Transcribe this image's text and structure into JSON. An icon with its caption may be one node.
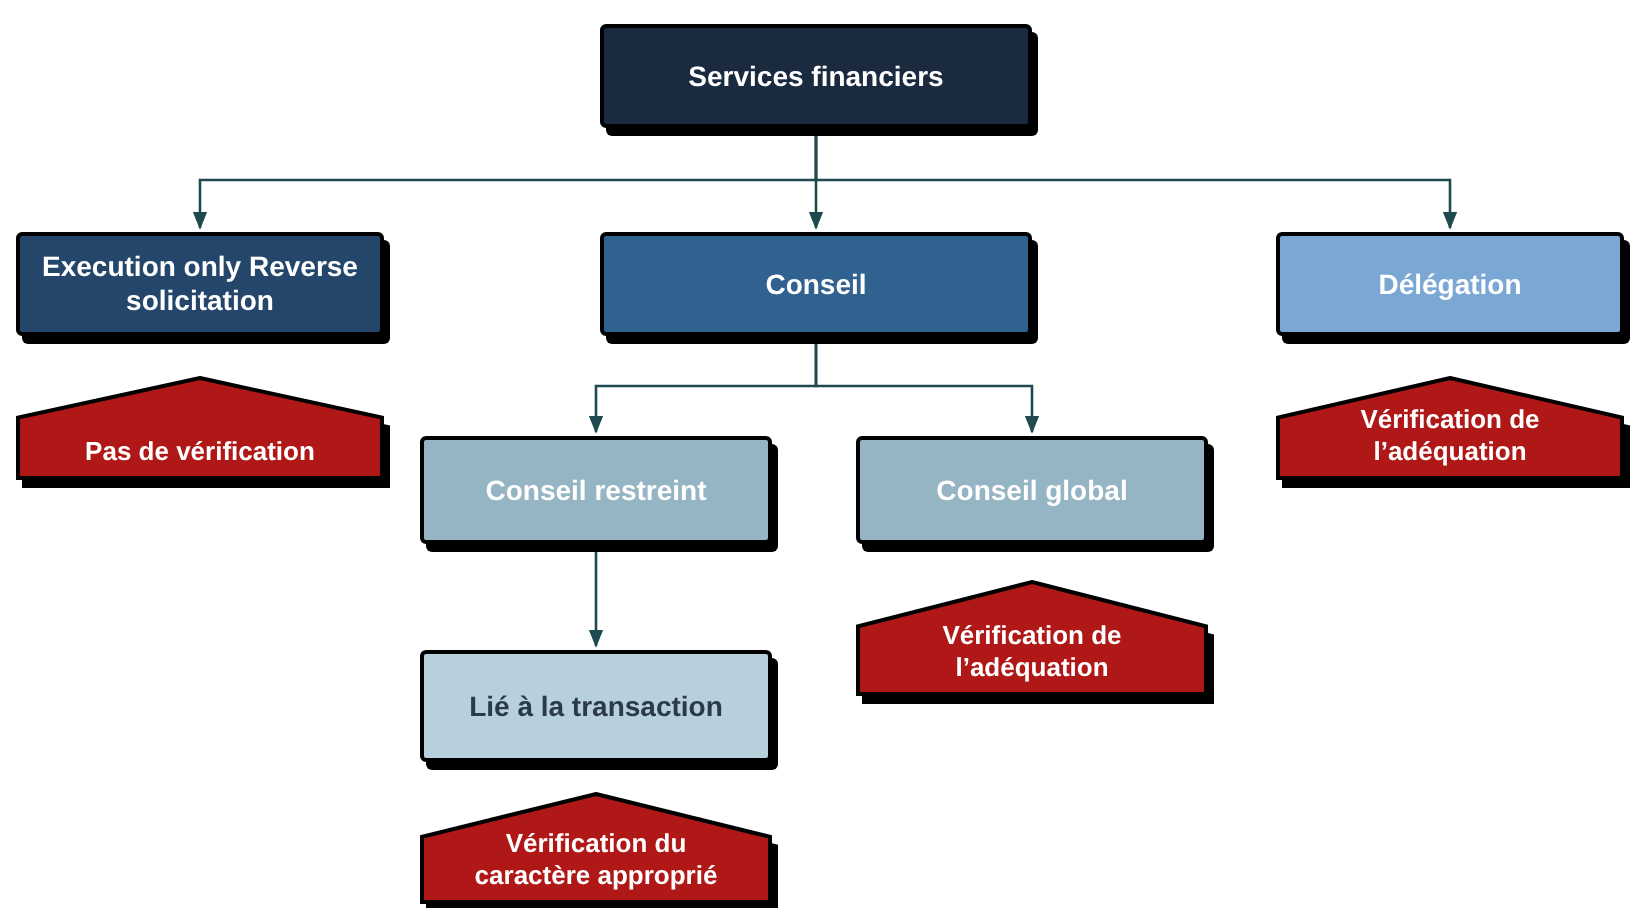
{
  "diagram": {
    "nodes": [
      {
        "text": [
          "Services financiers"
        ]
      },
      {
        "text": [
          "Execution only Reverse solicitation"
        ]
      },
      {
        "text": [
          "Conseil"
        ]
      },
      {
        "text": [
          "Délégation"
        ]
      },
      {
        "text": [
          "Pas de vérification"
        ]
      },
      {
        "text": [
          "Vérification de l’adéquation"
        ]
      },
      {
        "text": [
          "Conseil restreint"
        ]
      },
      {
        "text": [
          "Conseil global"
        ]
      },
      {
        "text": [
          "Vérification de l’adéquation"
        ]
      },
      {
        "text": [
          "Lié à la transaction"
        ]
      },
      {
        "text": [
          "Vérification du caractère approprié"
        ]
      }
    ],
    "edges": [
      {
        "from": 0,
        "to": 1,
        "arrow": "to"
      },
      {
        "from": 0,
        "to": 2,
        "arrow": "to"
      },
      {
        "from": 0,
        "to": 3,
        "arrow": "to"
      },
      {
        "from": 2,
        "to": 6,
        "arrow": "to"
      },
      {
        "from": 2,
        "to": 7,
        "arrow": "to"
      },
      {
        "from": 6,
        "to": 9,
        "arrow": "to"
      }
    ]
  }
}
